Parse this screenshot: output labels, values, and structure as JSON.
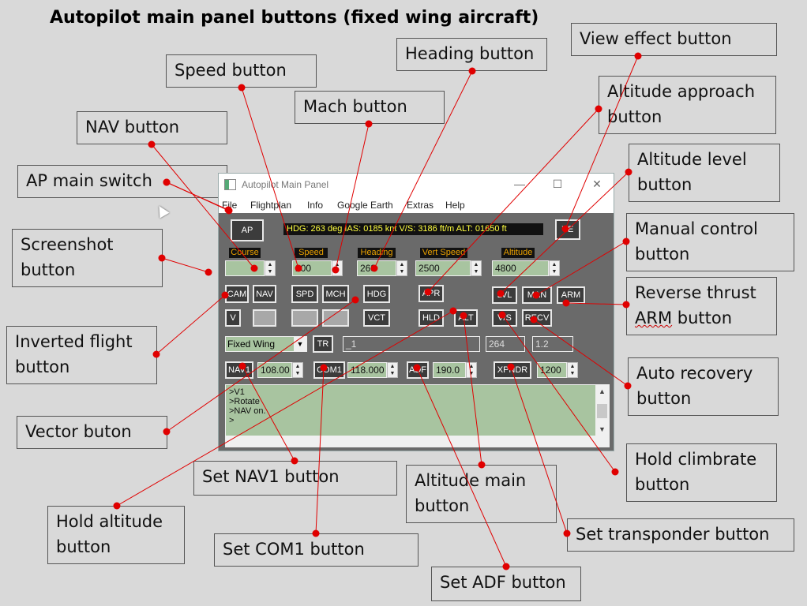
{
  "title": "Autopilot main panel buttons (fixed wing aircraft)",
  "callouts": {
    "view_effect": "View effect button",
    "heading": "Heading button",
    "speed": "Speed button",
    "mach": "Mach button",
    "nav": "NAV button",
    "ap_main": "AP main switch",
    "screenshot_1": "Screenshot",
    "screenshot_2": "button",
    "inverted_1": "Inverted flight",
    "inverted_2": "button",
    "vector": "Vector buton",
    "hold_alt_1": "Hold altitude",
    "hold_alt_2": "button",
    "set_nav1": "Set NAV1 button",
    "set_com1": "Set COM1 button",
    "alt_main_1": "Altitude main",
    "alt_main_2": "button",
    "set_adf": "Set ADF button",
    "set_xpndr": "Set transponder button",
    "hold_climb_1": "Hold climbrate",
    "hold_climb_2": "button",
    "auto_rec_1": "Auto recovery",
    "auto_rec_2": "button",
    "rev_thrust_1": "Reverse thrust",
    "rev_thrust_2a": "ARM",
    "rev_thrust_2b": "button",
    "manual_1": "Manual control",
    "manual_2": "button",
    "alt_level_1": "Altitude level",
    "alt_level_2": "button",
    "alt_approach_1": "Altitude approach",
    "alt_approach_2": "button"
  },
  "window": {
    "title": "Autopilot Main Panel",
    "controls": {
      "minimize": "—",
      "maximize": "☐",
      "close": "✕"
    },
    "menu": [
      "File",
      "Flightplan",
      "Info",
      "Google Earth",
      "Extras",
      "Help"
    ],
    "status": "HDG: 263 deg IAS: 0185 knt V/S: 3186 ft/m ALT: 01650 ft",
    "buttons": {
      "ap": "AP",
      "ve": "VE",
      "cam": "CAM",
      "nav": "NAV",
      "spd": "SPD",
      "mch": "MCH",
      "hdg": "HDG",
      "apr": "APR",
      "lvl": "LVL",
      "man": "MAN",
      "arm": "ARM",
      "v": "V",
      "vct": "VCT",
      "hld": "HLD",
      "alt": "ALT",
      "vs": "V/S",
      "rcv": "RECV",
      "tr": "TR",
      "nav1": "NAV1",
      "com1": "COM1",
      "adf": "ADF",
      "xpndr": "XPNDR"
    },
    "labels": {
      "course": "Course",
      "speed": "Speed",
      "heading": "Heading",
      "vert_speed": "Vert Speed",
      "altitude": "Altitude"
    },
    "values": {
      "course": "",
      "speed": "200",
      "heading": "263",
      "vert_speed": "2500",
      "altitude": "4800",
      "aircraft": "Fixed Wing",
      "tr_field": "_1",
      "field_264": "264",
      "field_12": "1.2",
      "nav1": "108.00",
      "com1": "118.000",
      "adf": "190.0",
      "xpndr": "1200"
    },
    "spin": {
      "up": "▲",
      "down": "▼"
    },
    "combo_arrow": "▼",
    "log": [
      ">V1",
      ">Rotate",
      ">NAV on.",
      ">"
    ]
  },
  "colors": {
    "accent_red": "#e00000",
    "panel_bg": "#6a6a6a",
    "field_green": "#a8c4a0",
    "status_yellow": "#ffff40",
    "label_orange": "#e8a000"
  }
}
